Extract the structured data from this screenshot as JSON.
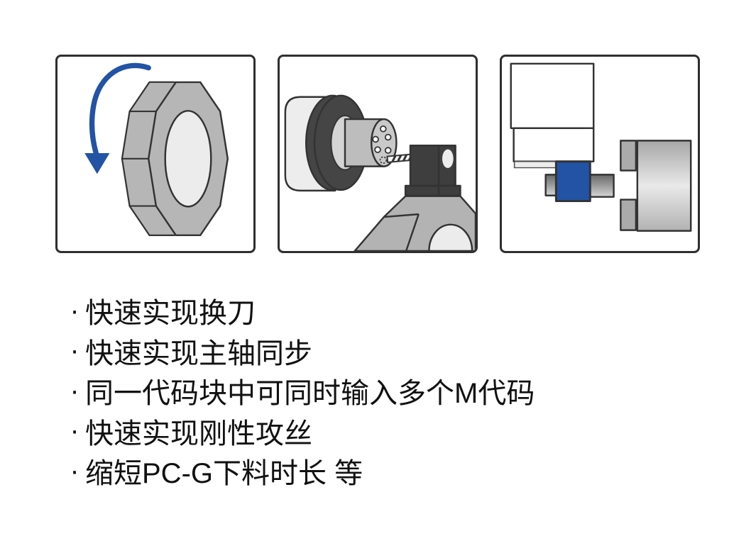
{
  "features": {
    "marker": "·",
    "items": [
      {
        "text": "快速实现换刀"
      },
      {
        "text": "快速实现主轴同步"
      },
      {
        "text": "同一代码块中可同时输入多个M代码"
      },
      {
        "text": "快速实现刚性攻丝"
      },
      {
        "text": "缩短PC-G下料时长 等"
      }
    ]
  },
  "illustrations": {
    "panels": [
      {
        "icon": "tool-turret-rotation-icon"
      },
      {
        "icon": "spindle-drilling-icon"
      },
      {
        "icon": "workpiece-chuck-transfer-icon"
      }
    ]
  },
  "colors": {
    "accent_blue": "#2253a4",
    "outline": "#333333",
    "text": "#111111",
    "gray_mid": "#b6b6b6",
    "gray_light": "#ececec",
    "gray_dark": "#454545"
  }
}
